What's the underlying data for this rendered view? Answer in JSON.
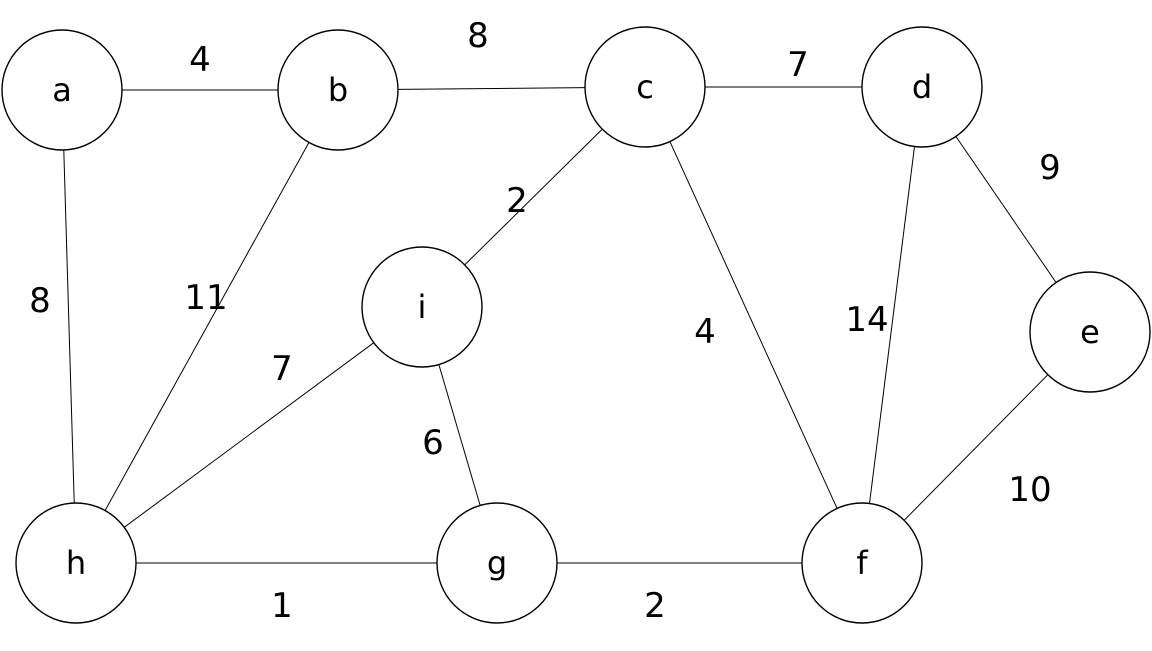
{
  "graph": {
    "nodes": [
      {
        "id": "a",
        "label": "a"
      },
      {
        "id": "b",
        "label": "b"
      },
      {
        "id": "c",
        "label": "c"
      },
      {
        "id": "d",
        "label": "d"
      },
      {
        "id": "e",
        "label": "e"
      },
      {
        "id": "f",
        "label": "f"
      },
      {
        "id": "g",
        "label": "g"
      },
      {
        "id": "h",
        "label": "h"
      },
      {
        "id": "i",
        "label": "i"
      }
    ],
    "edges": [
      {
        "from": "a",
        "to": "b",
        "weight": "4"
      },
      {
        "from": "b",
        "to": "c",
        "weight": "8"
      },
      {
        "from": "c",
        "to": "d",
        "weight": "7"
      },
      {
        "from": "d",
        "to": "e",
        "weight": "9"
      },
      {
        "from": "a",
        "to": "h",
        "weight": "8"
      },
      {
        "from": "b",
        "to": "h",
        "weight": "11"
      },
      {
        "from": "c",
        "to": "i",
        "weight": "2"
      },
      {
        "from": "c",
        "to": "f",
        "weight": "4"
      },
      {
        "from": "d",
        "to": "f",
        "weight": "14"
      },
      {
        "from": "i",
        "to": "h",
        "weight": "7"
      },
      {
        "from": "i",
        "to": "g",
        "weight": "6"
      },
      {
        "from": "e",
        "to": "f",
        "weight": "10"
      },
      {
        "from": "h",
        "to": "g",
        "weight": "1"
      },
      {
        "from": "g",
        "to": "f",
        "weight": "2"
      }
    ]
  }
}
